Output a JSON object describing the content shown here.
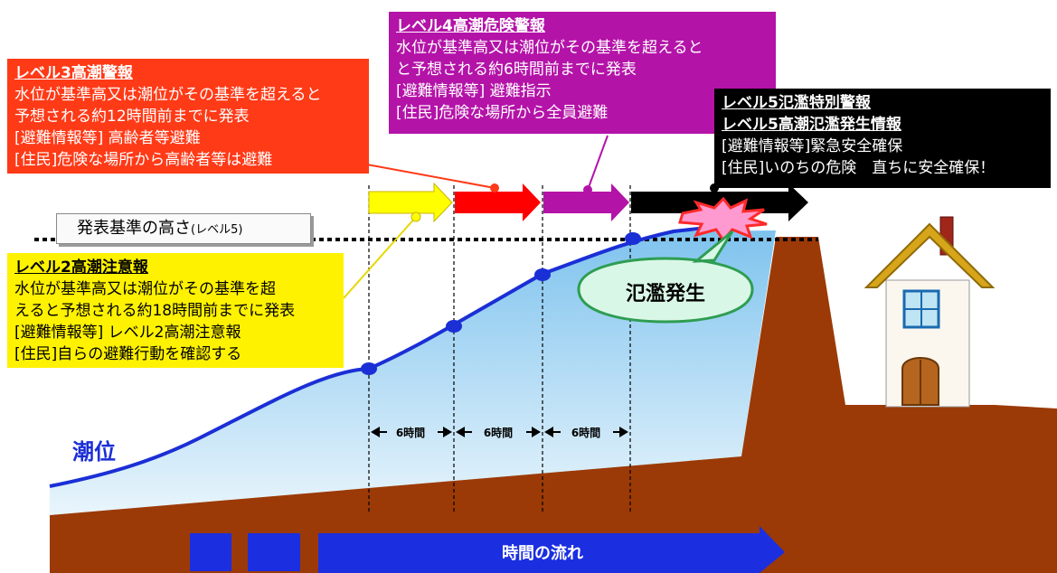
{
  "standard_label": {
    "main": "発表基準の高さ",
    "sub": "(レベル5)"
  },
  "level3": {
    "title": "レベル3高潮警報",
    "lines": [
      "水位が基準高又は潮位がその基準を超えると",
      "予想される約12時間前までに発表",
      "[避難情報等] 高齢者等避難",
      "[住民]危険な場所から高齢者等は避難"
    ],
    "color": "#ff3a17"
  },
  "level4": {
    "title": "レベル4高潮危険警報",
    "lines": [
      "水位が基準高又は潮位がその基準を超えると",
      "と予想される約6時間前までに発表",
      "[避難情報等] 避難指示",
      "[住民]危険な場所から全員避難"
    ],
    "color": "#b413a8"
  },
  "level5": {
    "titles": [
      "レベル5氾濫特別警報",
      "レベル5高潮氾濫発生情報"
    ],
    "lines": [
      "[避難情報等]緊急安全確保",
      "[住民]いのちの危険　直ちに安全確保！"
    ],
    "color": "#000000"
  },
  "level2": {
    "title": "レベル2高潮注意報",
    "lines": [
      "水位が基準高又は潮位がその基準を超",
      "えると予想される約18時間前までに発表",
      "[避難情報等] レベル2高潮注意報",
      "[住民]自らの避難行動を確認する"
    ],
    "color": "#fff200"
  },
  "flood_bubble": "氾濫発生",
  "tide_label": "潮位",
  "intervals": [
    "6時間",
    "6時間",
    "6時間"
  ],
  "time_flow_label": "時間の流れ",
  "colors": {
    "water_line": "#1b2fd6",
    "ground": "#9b3a06",
    "arrow_yellow": "#ffff00",
    "arrow_red": "#ff0000",
    "arrow_purple": "#b413a8",
    "time_arrow": "#1b2fe0"
  }
}
